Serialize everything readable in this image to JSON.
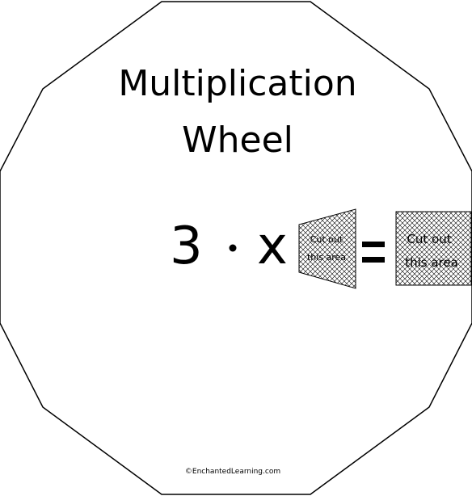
{
  "title": {
    "line1": "Multiplication",
    "line2": "Wheel"
  },
  "equation": {
    "multiplier": "3",
    "dot_symbol": "·",
    "times_symbol": "x",
    "equals_symbol": "="
  },
  "cutout_left": {
    "line1": "Cut out",
    "line2": "this area"
  },
  "cutout_right": {
    "line1": "Cut out",
    "line2": "this area"
  },
  "credit": "©EnchantedLearning.com",
  "colors": {
    "outline": "#000000",
    "background": "#ffffff",
    "hatch": "#000000"
  }
}
